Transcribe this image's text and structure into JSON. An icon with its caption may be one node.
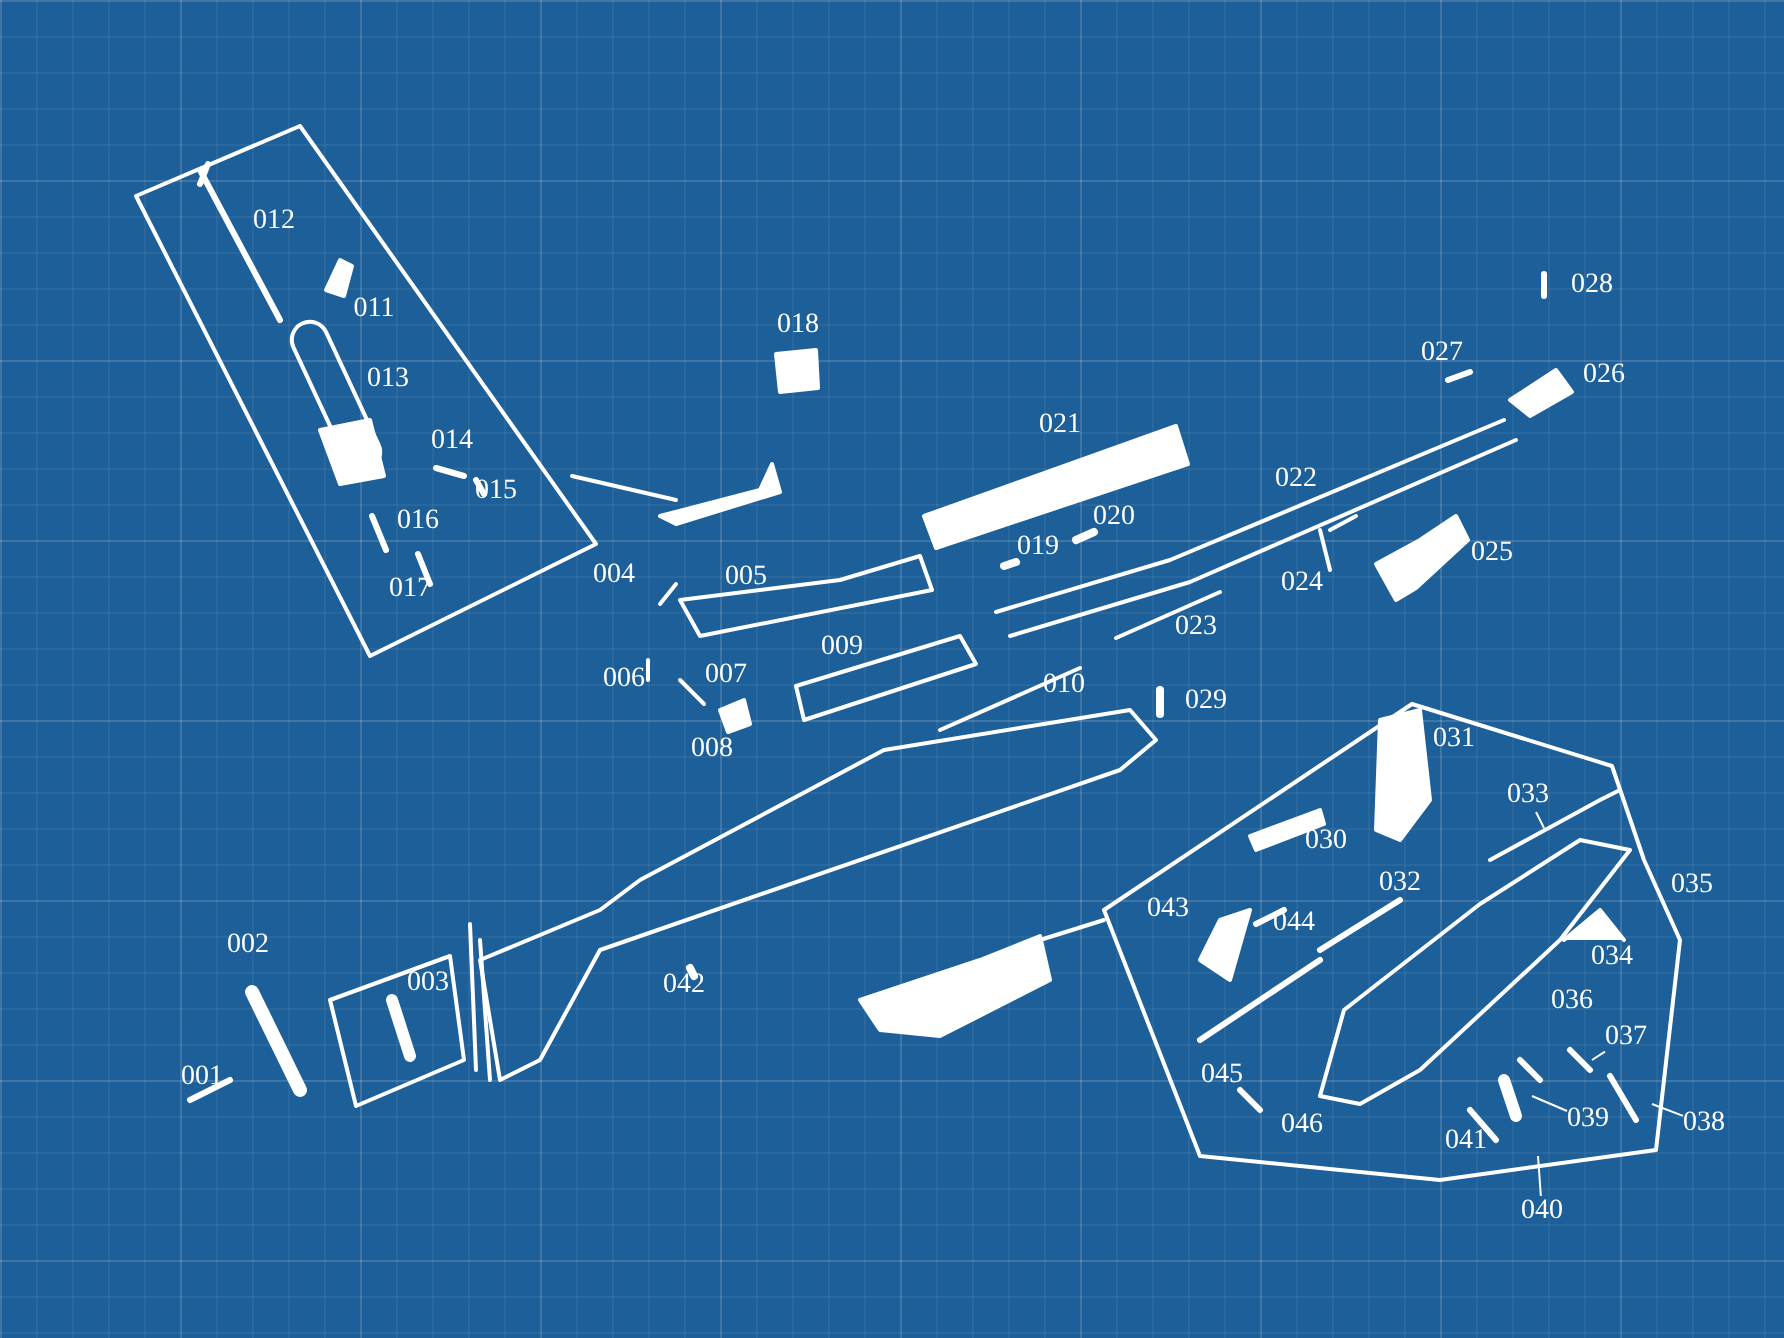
{
  "diagram": {
    "nodes": [
      {
        "text": [
          "033"
        ]
      },
      {
        "text": [
          "037"
        ]
      },
      {
        "text": [
          "039"
        ]
      },
      {
        "text": [
          "038"
        ]
      },
      {
        "text": [
          "040"
        ]
      }
    ],
    "edges": [
      {
        "from": 0,
        "to": null,
        "arrow": "none"
      },
      {
        "from": 1,
        "to": null,
        "arrow": "none"
      },
      {
        "from": 2,
        "to": null,
        "arrow": "none"
      },
      {
        "from": 3,
        "to": null,
        "arrow": "none"
      },
      {
        "from": 4,
        "to": null,
        "arrow": "none"
      }
    ],
    "labels": [
      "012",
      "011",
      "028",
      "013",
      "018",
      "027",
      "026",
      "021",
      "014",
      "022",
      "015",
      "020",
      "016",
      "019",
      "004",
      "005",
      "025",
      "024",
      "017",
      "023",
      "009",
      "007",
      "006",
      "010",
      "029",
      "008",
      "031",
      "030",
      "032",
      "035",
      "043",
      "044",
      "002",
      "034",
      "003",
      "042",
      "036",
      "045",
      "001",
      "046",
      "041"
    ]
  }
}
